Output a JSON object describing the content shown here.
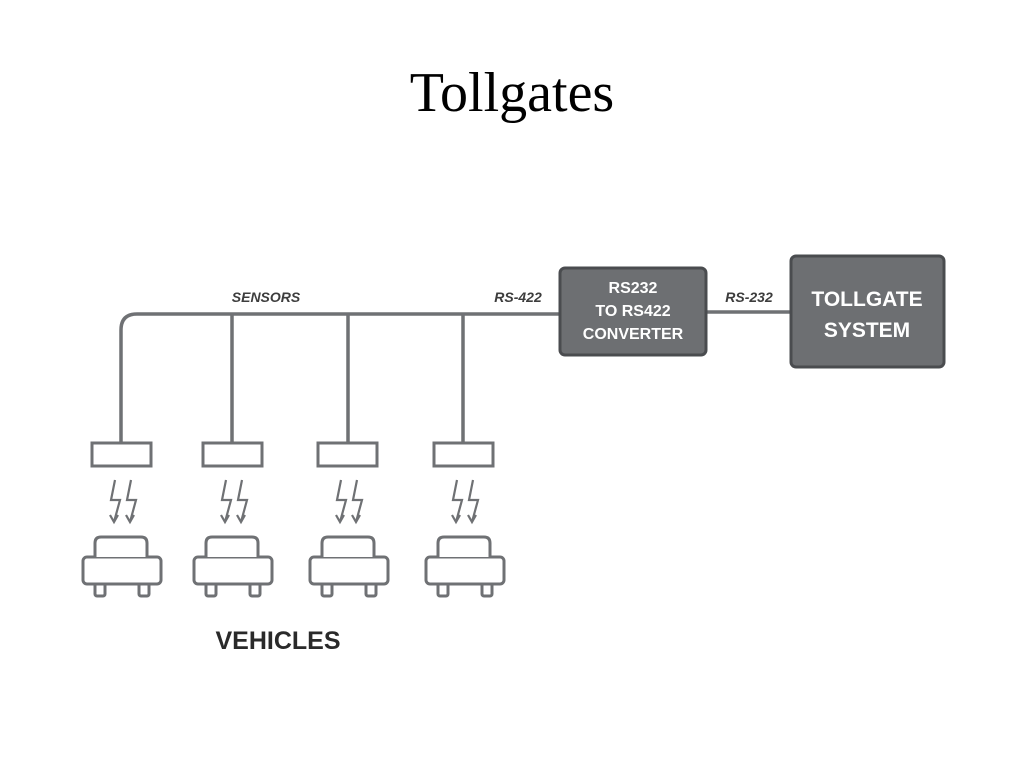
{
  "title": "Tollgates",
  "diagram": {
    "bus_label": "SENSORS",
    "rs422_label": "RS-422",
    "rs232_label": "RS-232",
    "converter": {
      "lines": [
        "RS232",
        "TO RS422",
        "CONVERTER"
      ]
    },
    "tollgate": {
      "lines": [
        "TOLLGATE",
        "SYSTEM"
      ]
    },
    "vehicles_label": "VEHICLES",
    "sensor_count": 4,
    "vehicle_count": 4,
    "colors": {
      "line": "#6f7174",
      "box_fill": "#6d6f72",
      "box_border": "#4a4c4f",
      "box_text": "#ffffff"
    }
  }
}
